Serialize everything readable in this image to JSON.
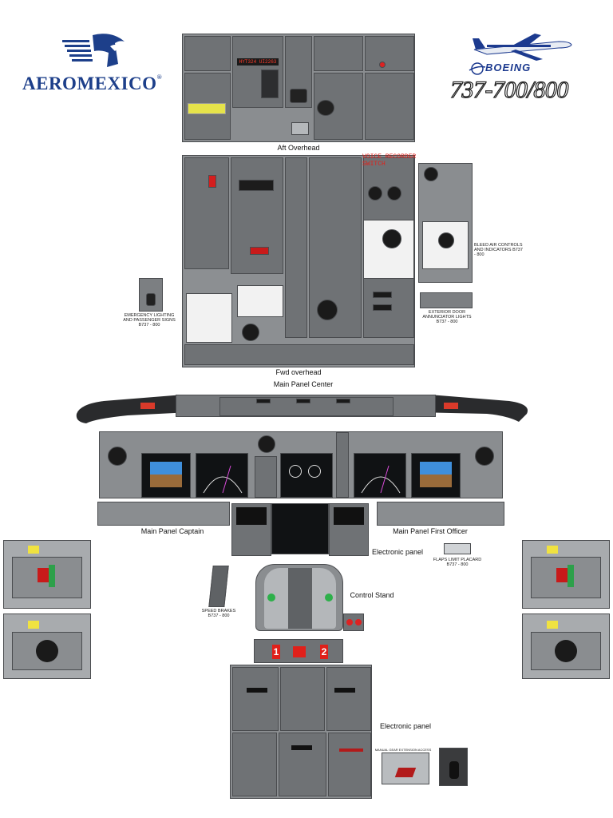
{
  "brand": {
    "airline": "AEROMEXICO",
    "registered": "®",
    "manufacturer": "BOEING",
    "model": "737-700/800"
  },
  "captions": {
    "aft_overhead": "Aft Overhead",
    "fwd_overhead": "Fwd   overhead",
    "main_panel_center": "Main Panel Center",
    "main_panel_captain": "Main Panel Captain",
    "main_panel_first_officer": "Main Panel First Officer",
    "electronic_panel_upper": "Electronic panel",
    "control_stand": "Control Stand",
    "electronic_panel_lower": "Electronic panel",
    "voice_recorder_switch": "VOICE RECORDER SWITCH",
    "bleed_air": "BLEED AIR CONTROLS AND INDICATORS B737 - 800",
    "exterior_door": "EXTERIOR DOOR ANNUNCIATOR LIGHTS B737 - 800",
    "emergency_lighting": "EMERGENCY LIGHTING AND PASSENGER SIGNS B737 - 800",
    "flaps_limit": "FLAPS LIMIT PLACARD B737 - 800",
    "speed_brakes": "SPEED BRAKES B737 - 800",
    "manual_gear": "MANUAL GEAR EXTENSION ACCESS DOOR"
  },
  "displays": {
    "aft_clock": "HYT324 UI2263",
    "control_stand_left": "1",
    "control_stand_right": "2"
  },
  "colors": {
    "panel": "#8c8f92",
    "panel_dark": "#6f7275",
    "glareshield": "#2a2b2d",
    "voice_recorder": "#e0201a",
    "aeromexico_blue": "#1d3f8a",
    "boeing_blue": "#1c3a8f"
  }
}
